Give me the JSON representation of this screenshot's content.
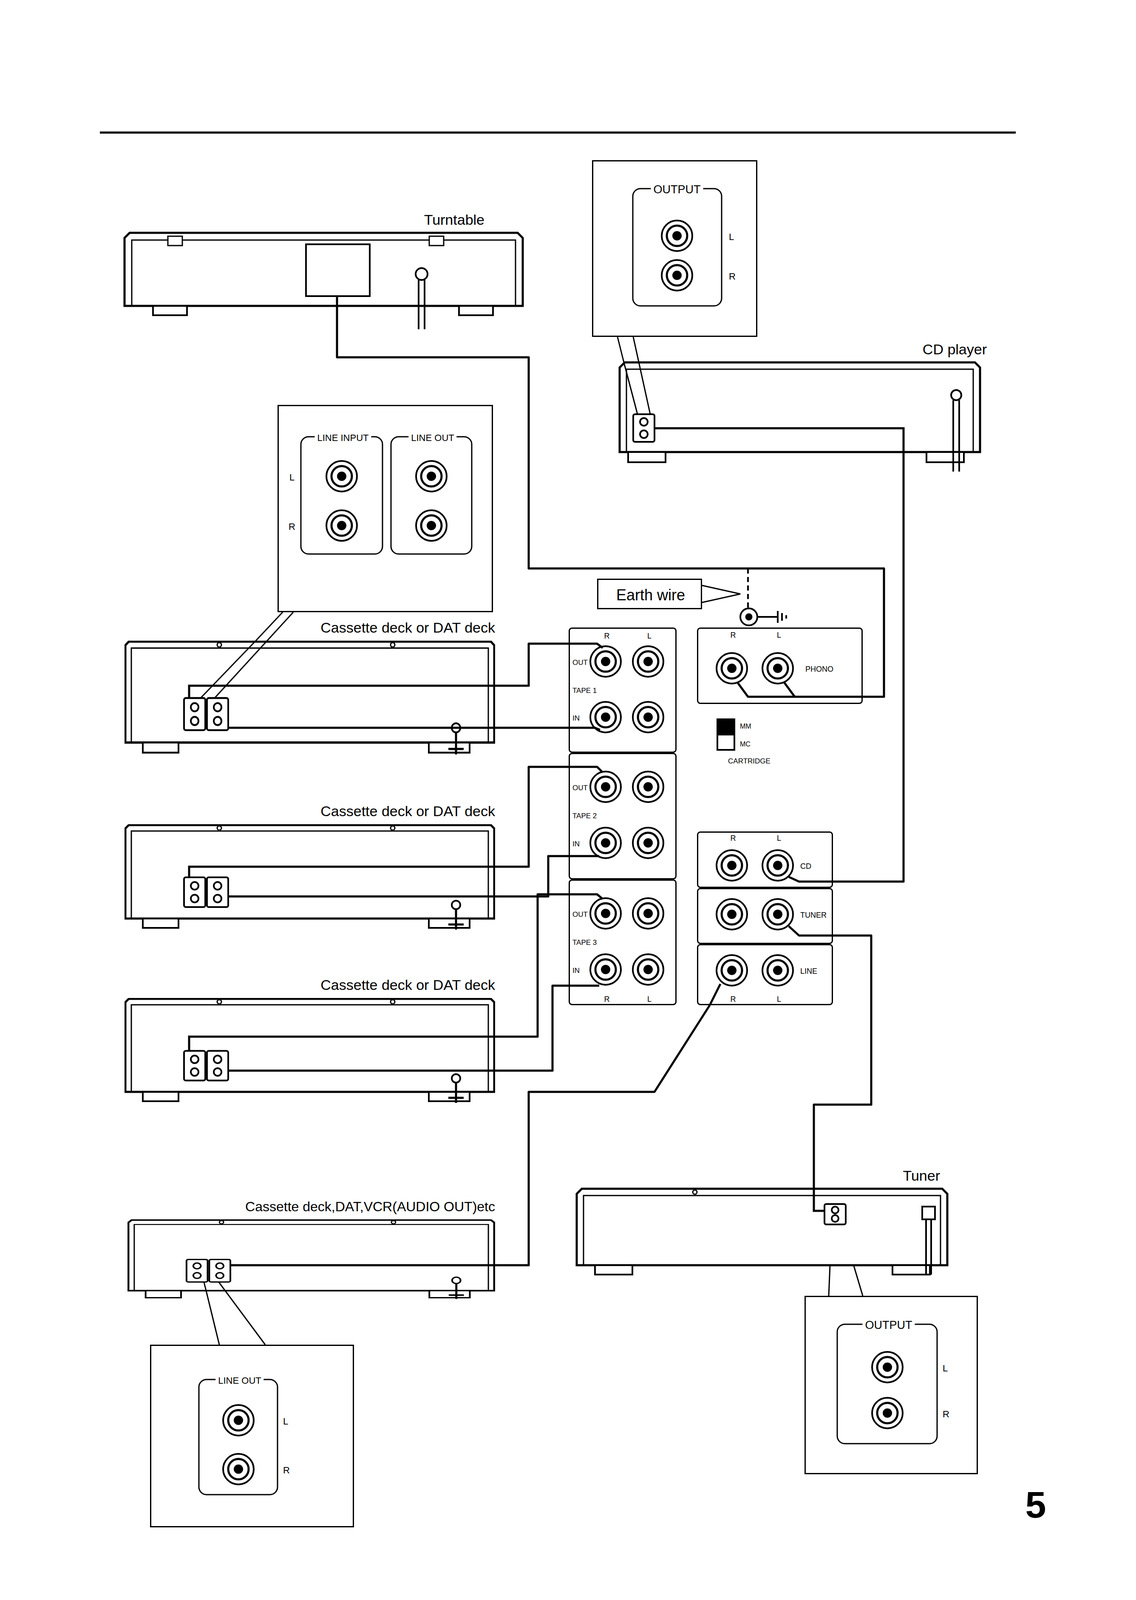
{
  "diagram": {
    "nodes": [
      {
        "text": [
          "OUTPUT",
          "L",
          "R"
        ]
      },
      {
        "text": [
          "Turntable"
        ]
      },
      {
        "text": [
          "CD player"
        ]
      },
      {
        "text": [
          "LINE INPUT",
          "LINE OUT",
          "L",
          "R"
        ]
      },
      {
        "text": [
          "Earth wire"
        ]
      },
      {
        "text": [
          "Cassette deck or DAT deck"
        ]
      },
      {
        "text": [
          "R",
          "L",
          "OUT",
          "TAPE 1",
          "IN"
        ]
      },
      {
        "text": [
          "R",
          "L",
          "PHONO"
        ]
      },
      {
        "text": [
          "Cassette deck or DAT deck"
        ]
      },
      {
        "text": [
          "OUT",
          "TAPE 2",
          "IN"
        ]
      },
      {
        "text": [
          "R",
          "L",
          "CD"
        ]
      },
      {
        "text": [
          "TUNER"
        ]
      },
      {
        "text": [
          "Cassette deck or DAT deck"
        ]
      },
      {
        "text": [
          "OUT",
          "TAPE 3",
          "IN",
          "R",
          "L"
        ]
      },
      {
        "text": [
          "LINE",
          "R",
          "L"
        ]
      },
      {
        "text": [
          "Cassette deck,DAT,VCR(AUDIO OUT)etc"
        ]
      },
      {
        "text": [
          "Tuner"
        ]
      },
      {
        "text": [
          "LINE OUT",
          "L",
          "R"
        ]
      },
      {
        "text": [
          "OUTPUT",
          "L",
          "R"
        ]
      }
    ],
    "edges": [
      {
        "from": 1,
        "to": 7,
        "arrow": "none"
      },
      {
        "from": 2,
        "to": 10,
        "arrow": "none"
      },
      {
        "from": 5,
        "to": 6,
        "arrow": "none"
      },
      {
        "from": 5,
        "to": 6,
        "arrow": "none"
      },
      {
        "from": 8,
        "to": 9,
        "arrow": "none"
      },
      {
        "from": 8,
        "to": 9,
        "arrow": "none"
      },
      {
        "from": 12,
        "to": 13,
        "arrow": "none"
      },
      {
        "from": 12,
        "to": 13,
        "arrow": "none"
      },
      {
        "from": 15,
        "to": 14,
        "arrow": "none"
      },
      {
        "from": 16,
        "to": 11,
        "arrow": "none"
      },
      {
        "from": 0,
        "to": 2,
        "arrow": "none"
      },
      {
        "from": 3,
        "to": 5,
        "arrow": "none"
      },
      {
        "from": 17,
        "to": 15,
        "arrow": "none"
      },
      {
        "from": 18,
        "to": 16,
        "arrow": "none"
      }
    ],
    "labels": [
      "MM",
      "MC",
      "CARTRIDGE",
      "5"
    ]
  }
}
